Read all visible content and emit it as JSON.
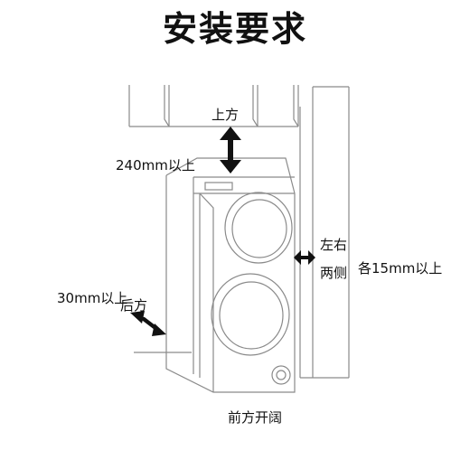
{
  "title": "安装要求",
  "labels": {
    "top": "上方",
    "top_clearance": "240mm以上",
    "sides_line1": "左右",
    "sides_line2": "两侧",
    "sides_clearance": "各15mm以上",
    "rear_clearance": "30mm以上",
    "rear": "后方",
    "front": "前方开阔"
  },
  "colors": {
    "line": "#8a8a8a",
    "arrow": "#111111",
    "text": "#111111"
  }
}
